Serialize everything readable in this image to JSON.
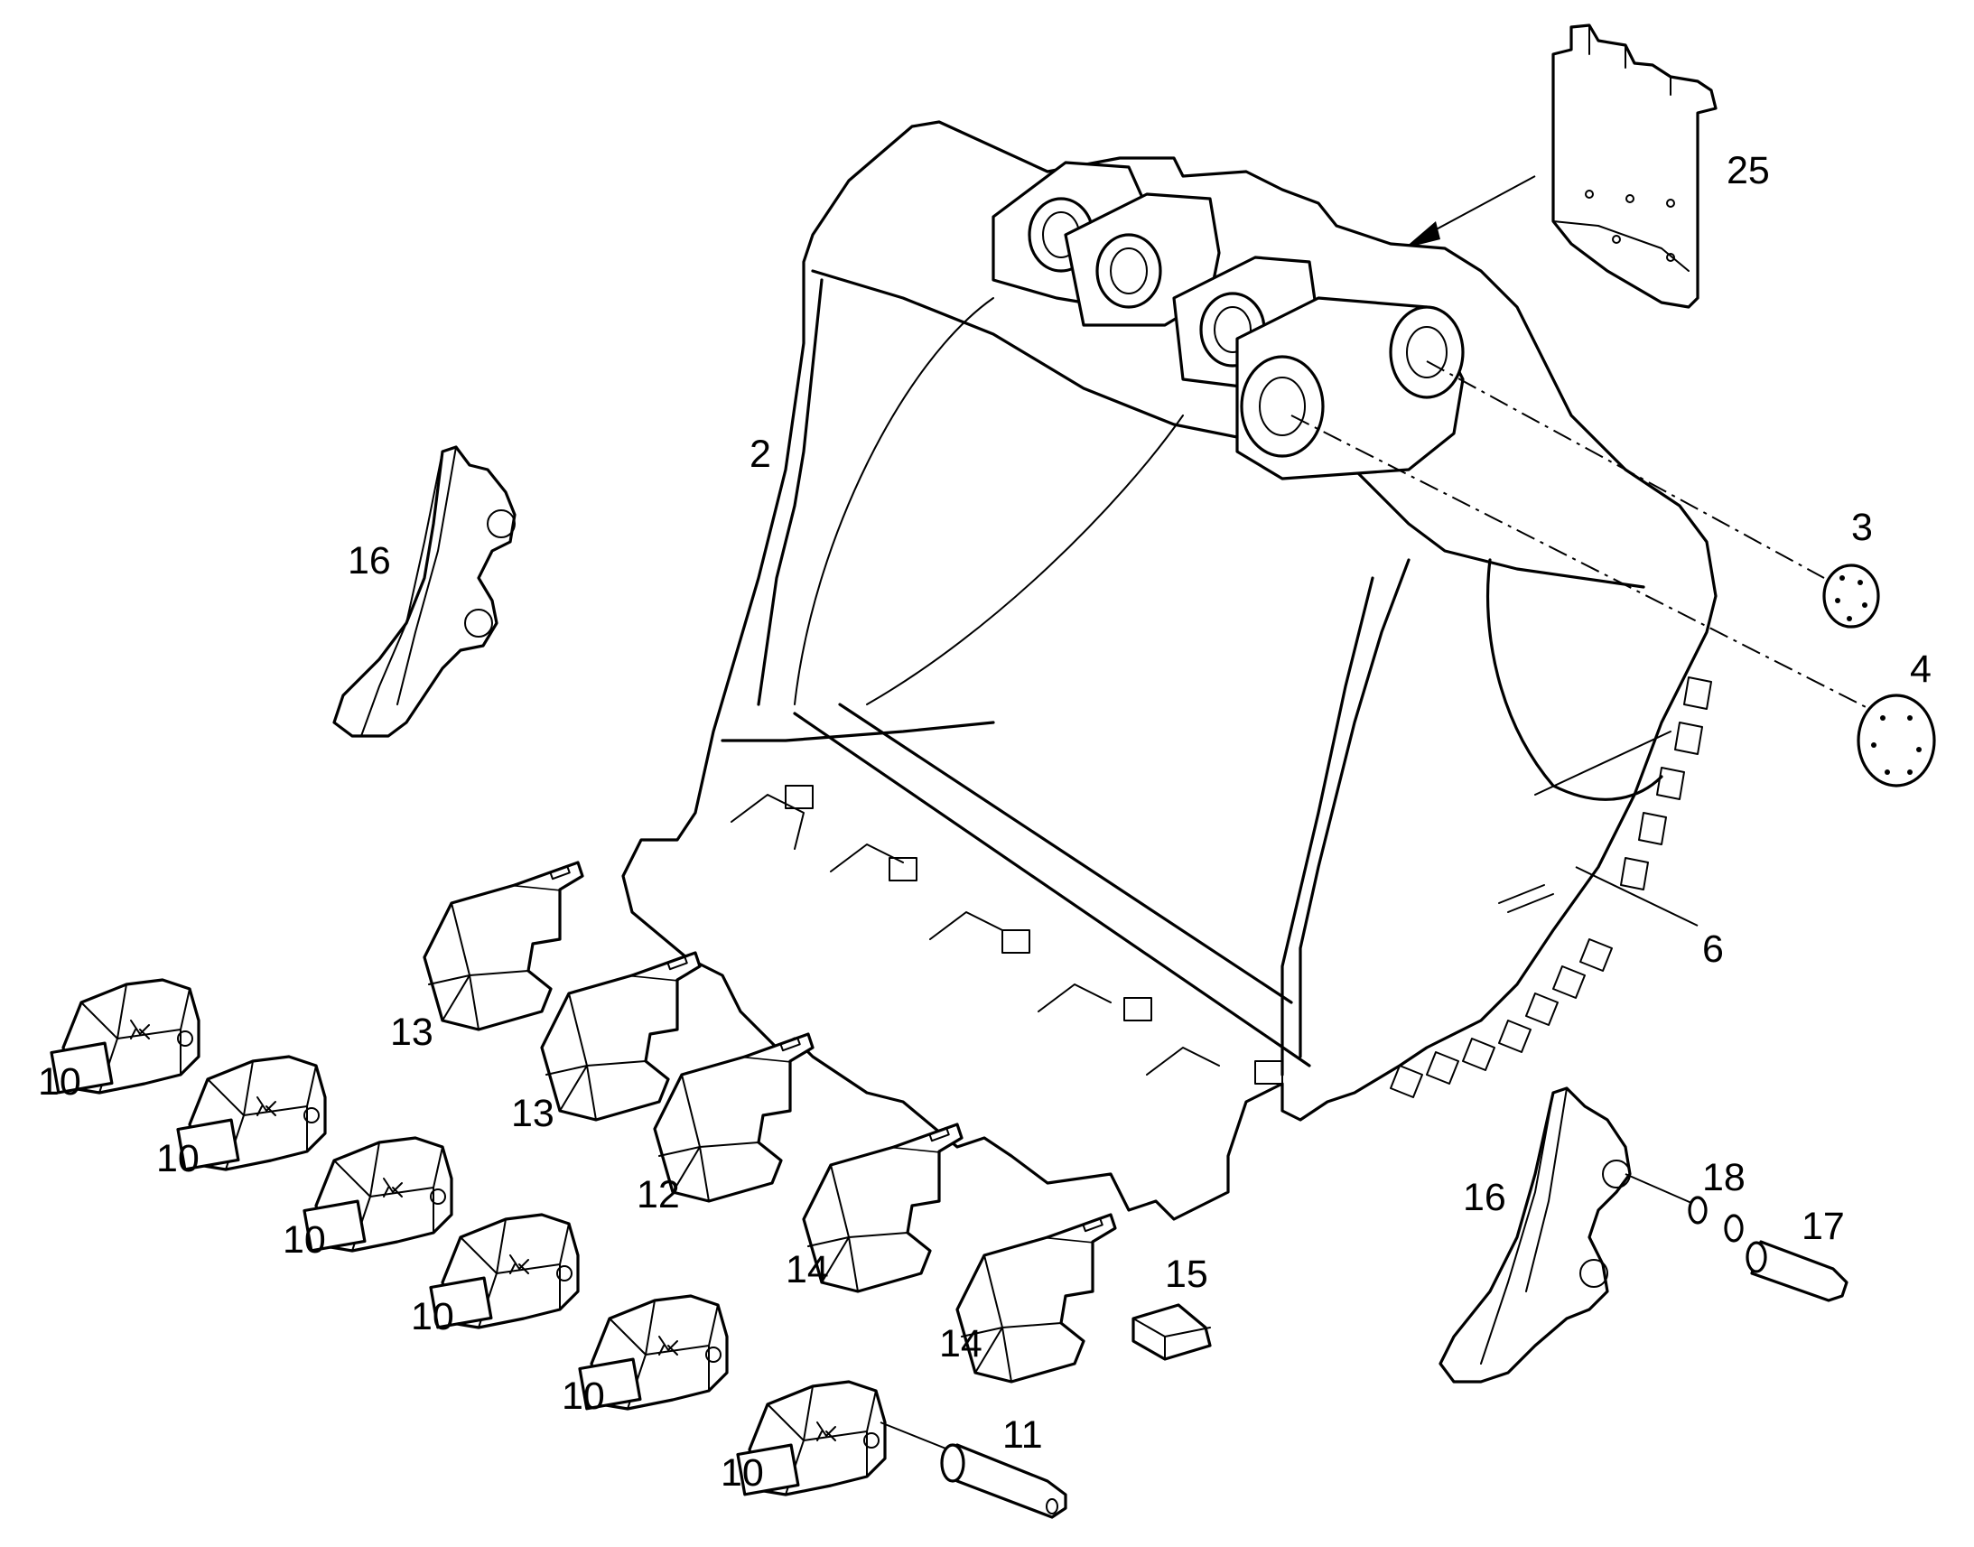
{
  "callouts": [
    {
      "id": "2",
      "label": "2"
    },
    {
      "id": "3",
      "label": "3"
    },
    {
      "id": "4",
      "label": "4"
    },
    {
      "id": "6",
      "label": "6"
    },
    {
      "id": "10a",
      "label": "10"
    },
    {
      "id": "10b",
      "label": "10"
    },
    {
      "id": "10c",
      "label": "10"
    },
    {
      "id": "10d",
      "label": "10"
    },
    {
      "id": "10e",
      "label": "10"
    },
    {
      "id": "10f",
      "label": "10"
    },
    {
      "id": "11",
      "label": "11"
    },
    {
      "id": "12",
      "label": "12"
    },
    {
      "id": "13a",
      "label": "13"
    },
    {
      "id": "13b",
      "label": "13"
    },
    {
      "id": "14a",
      "label": "14"
    },
    {
      "id": "14b",
      "label": "14"
    },
    {
      "id": "15",
      "label": "15"
    },
    {
      "id": "16a",
      "label": "16"
    },
    {
      "id": "16b",
      "label": "16"
    },
    {
      "id": "17",
      "label": "17"
    },
    {
      "id": "18",
      "label": "18"
    },
    {
      "id": "25",
      "label": "25"
    }
  ]
}
